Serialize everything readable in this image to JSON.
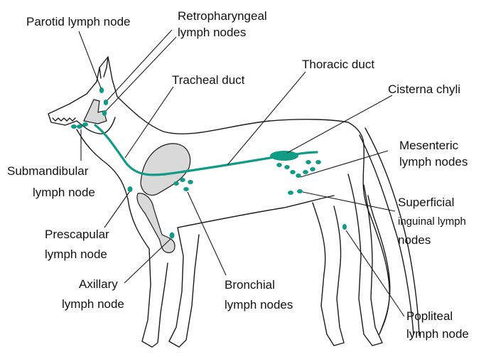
{
  "colors": {
    "lymph": "#0f9b84",
    "outline": "#1a1a1a",
    "bone": "#d9d9d9",
    "text": "#111111"
  },
  "labels": {
    "parotid": [
      "Parotid lymph node"
    ],
    "retropharyngeal": [
      "Retropharyngeal",
      "lymph nodes"
    ],
    "tracheal": [
      "Tracheal duct"
    ],
    "thoracic": [
      "Thoracic duct"
    ],
    "cisterna": [
      "Cisterna chyli"
    ],
    "mesenteric": [
      "Mesenteric",
      "lymph nodes"
    ],
    "submandibular": [
      "Submandibular",
      "lymph node"
    ],
    "prescapular": [
      "Prescapular",
      "lymph node"
    ],
    "superficial_inguinal": [
      "Superficial",
      "inguinal lymph",
      "nodes"
    ],
    "axillary": [
      "Axillary",
      "lymph node"
    ],
    "bronchial": [
      "Bronchial",
      "lymph nodes"
    ],
    "popliteal": [
      "Popliteal",
      "lymph node"
    ]
  }
}
